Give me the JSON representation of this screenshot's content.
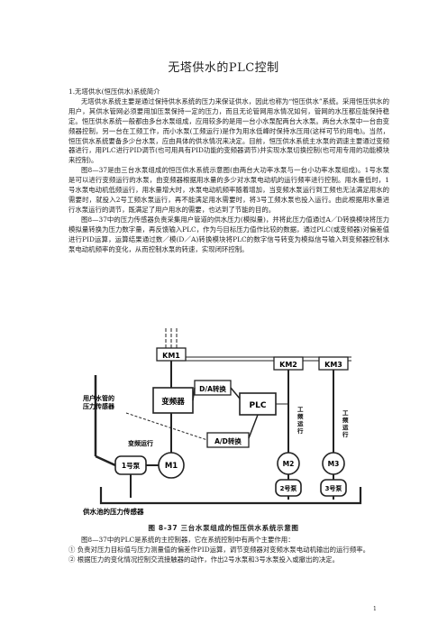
{
  "title": "无塔供水的PLC控制",
  "section1": {
    "heading": "1.无塔供水(恒压供水)系统简介",
    "para1": "无塔供水系统主要是通过保持供水系统的压力来保证供水，因此也称为“恒压供水”系统。采用恒压供水的用户，其供水管网必须要用加压泵保持一定的压力，而且无论管网用水情况如何，管网的水压都应能保持稳定。恒压供水系统一般都由多台水泵组成，应用较多的是用一台小水泵配两台大水泵。两台大水泵中一台由变频器控制，另一台在工频工作，而小水泵(工频运行)是作为用水低峰时保持水压用(这样可节约用电)。当然，恒压供水系统要备多少台水泵，应由具体的供水情况来决定。目前，恒压供水系统主水泵的调速主要通过变频器进行，用PLC进行PID调节(也可用具有PID功能的变频器调节)并实现水泵切换控制(也可用专用的功能模块来控制)。",
    "para2": "图8—37是由三台水泵组成的恒压供水系统示意图(由两台大功率水泵与一台小功率水泵组成)。1号水泵是可以进行变频运行的水泵，由变频器根据用水量的多少对水泵电动机的运行频率进行控制。用水量低时，1号水泵电动机低频运行，用水量增大时，水泵电动机频率随着增加，当变频水泵运行到工频也无法满足用水的需要时，就投入2号工频水泵运行，再不能满足用水需要时，将3号工频水泵也投入运行。由此根据用水量进行水泵运行的调节，既满足了用户用水的需要，也达到了节能的目的。",
    "para3": "图8—37中的压力传感器负责采集用户管道的供水压力(模拟量)，并将此压力值通过A／D转换模块将压力模拟量转换为压力数字量，再反馈输入PLC，作为与目标压力值作比较的数据，通过PLC(或变频器)对偏差值进行PID运算，运算结果通过数／模(D／A)转换模块将PLC的数字信号转变为模拟信号输入到变频器控制水泵电动机频率的变化，从而控制水泵的转速，实现闭环控制。"
  },
  "figure": {
    "km1": "KM1",
    "km2": "KM2",
    "km3": "KM3",
    "inverter": "变频器",
    "da": "D/A转换",
    "ad": "A/D转换",
    "plc": "PLC",
    "m1": "M1",
    "m2": "M2",
    "m3": "M3",
    "pump1": "1号泵",
    "pump2": "2号泵",
    "pump3": "3号泵",
    "pipe_sensor": [
      "用户水管的",
      "压力传感器"
    ],
    "vf_run": "变频运行",
    "pf_run": [
      "工",
      "频",
      "运",
      "行"
    ],
    "tank_sensor": "供水池的压力传感器"
  },
  "caption": "图 8-37   三台水泵组成的恒压供水系统示意图",
  "section2": {
    "intro": "图8—37中的PLC是系统的主控制器，它在系统控制中有两个主要作用：",
    "item1_marker": "①",
    "item1": "负责对压力目标值与压力测量值的偏差作PID运算，调节变频器对变频水泵电动机输出的运行频率。",
    "item2_marker": "②",
    "item2": "根据压力的变化情况控制交流接触器的动作，作出2号水泵和3号水泵投入或撤出的决定。"
  },
  "page_number": "1"
}
